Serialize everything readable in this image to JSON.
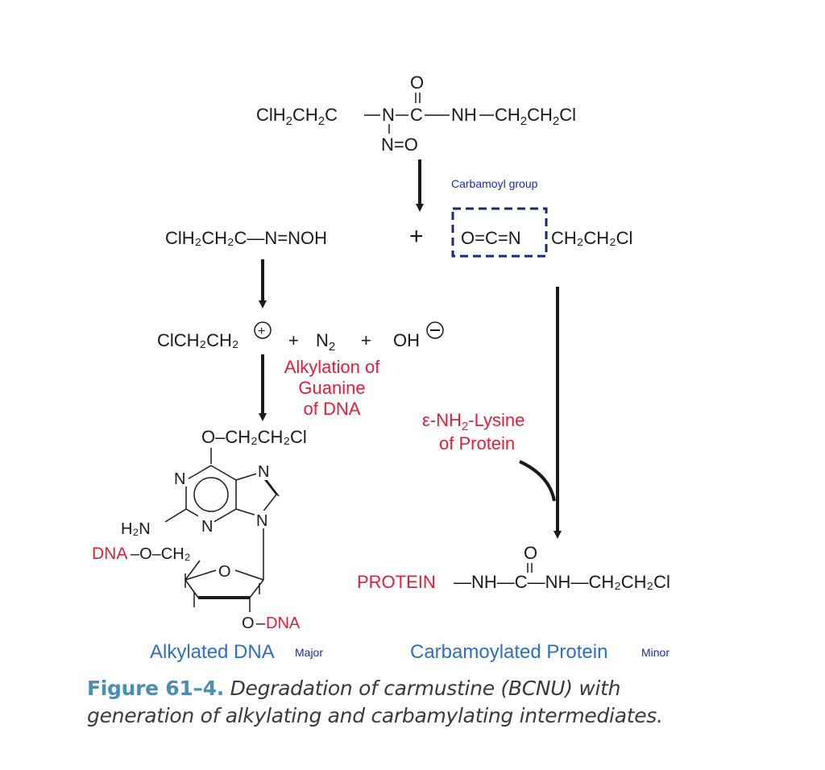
{
  "colors": {
    "ink": "#1a1a1a",
    "red_label": "#e0203a",
    "blue_label": "#2f6fc0",
    "navy_label": "#1c2bb0",
    "caption_label": "#4a8fb0",
    "caption_text": "#3a3a3a",
    "dashed_box": "#1a2a6c"
  },
  "reactant": {
    "oxygen": "O",
    "left_chain": "ClH",
    "left_chain_tail": "CH",
    "left_chain_c": "C",
    "n_atom": "N",
    "carbonyl_c": "C",
    "right_chain": "NH",
    "right_tail": "CH",
    "right_end": "CH",
    "cl": "Cl",
    "nitroso": "N=O",
    "sub2": "2"
  },
  "labels": {
    "carbamoyl_group": "Carbamoyl group",
    "alkylation": [
      "Alkylation of",
      "Guanine",
      "of DNA"
    ],
    "lysine_line1": "ε-NH",
    "lysine_sub": "2",
    "lysine_tail": "-Lysine",
    "lysine_line2": "of Protein",
    "alkylated_dna": "Alkylated DNA",
    "major": "Major",
    "carbamoylated_protein": "Carbamoylated Protein",
    "minor": "Minor"
  },
  "intermediates": {
    "diazo": "ClH₂CH₂C—N=NOH",
    "plus": "+",
    "isocyanate_core": "O=C=N",
    "isocyanate_tail": "CH₂CH₂Cl",
    "cation": "ClCH₂CH₂",
    "cation_charge": "+",
    "plus2": "+",
    "n2": "N",
    "n2_sub": "2",
    "plus3": "+",
    "oh": "OH",
    "oh_charge": "−"
  },
  "guanine": {
    "o_substituent": "O–CH₂CH₂Cl",
    "n1": "N",
    "n3": "N",
    "n7": "N",
    "n9": "N",
    "h2n": "H₂N",
    "dna_prefix": "DNA",
    "dna_link": "–O–CH₂",
    "ring_o": "O",
    "o_dna": "O–DNA"
  },
  "product": {
    "protein": "PROTEIN",
    "rest": "—NH—C—NH—CH₂CH₂Cl",
    "oxygen": "O"
  },
  "caption": {
    "label": "Figure 61–4.",
    "text": " Degradation of carmustine (BCNU) with generation of alkylating and carbamylating intermediates."
  }
}
